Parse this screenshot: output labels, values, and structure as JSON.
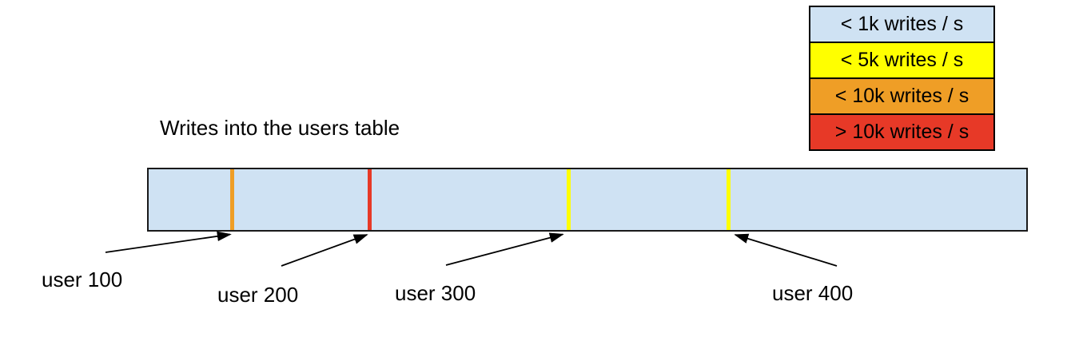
{
  "title": "Writes into the users table",
  "legend": {
    "items": [
      {
        "label": "< 1k writes / s",
        "color": "#cfe2f3"
      },
      {
        "label": "< 5k writes / s",
        "color": "#ffff00"
      },
      {
        "label": "< 10k writes / s",
        "color": "#ef9e26"
      },
      {
        "label": "> 10k writes / s",
        "color": "#e73927"
      }
    ]
  },
  "bar": {
    "fill": "#cfe2f3",
    "markers": [
      {
        "label": "user 100",
        "color": "#ef9e26"
      },
      {
        "label": "user 200",
        "color": "#e73927"
      },
      {
        "label": "user 300",
        "color": "#ffff00"
      },
      {
        "label": "user 400",
        "color": "#ffff00"
      }
    ]
  }
}
